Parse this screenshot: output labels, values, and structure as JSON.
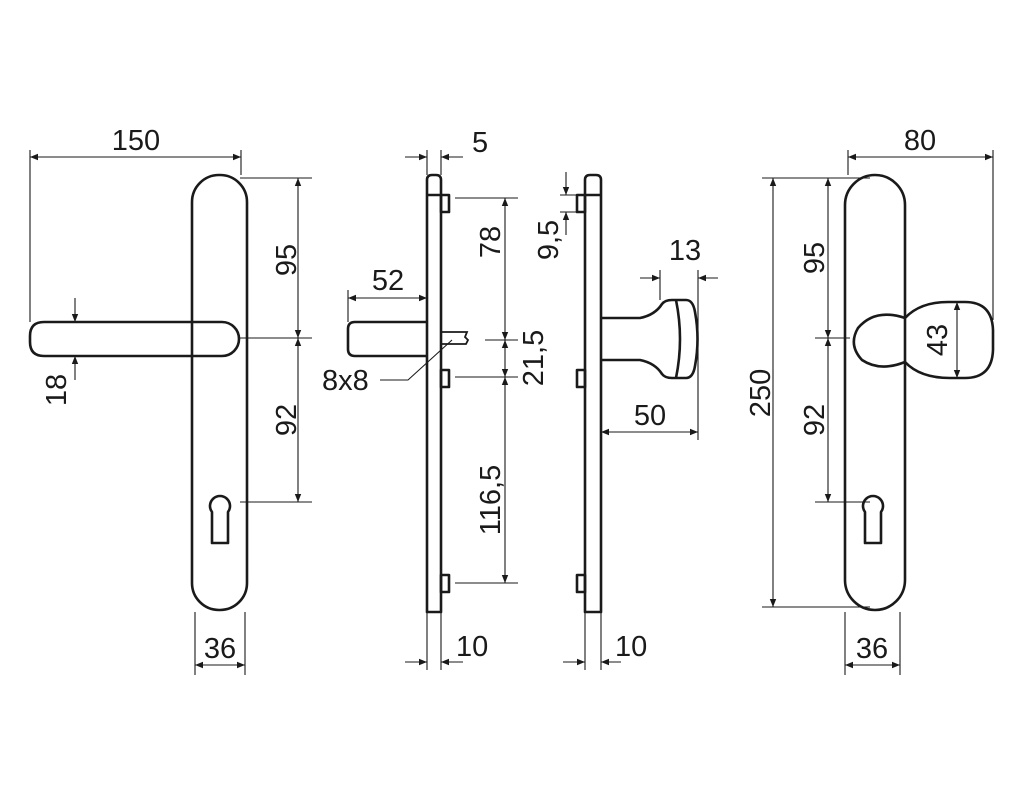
{
  "dimensions": {
    "lever_view": {
      "width": "150",
      "upper": "95",
      "lower": "92",
      "lever_thickness": "18",
      "plate_width": "36"
    },
    "side_view": {
      "offset": "5",
      "spindle_length": "52",
      "spindle": "8x8",
      "upper": "78",
      "middle": "21,5",
      "lower": "116,5",
      "thickness": "10"
    },
    "knob_side_view": {
      "top": "9,5",
      "knob_head": "13",
      "knob_projection": "50",
      "thickness": "10"
    },
    "knob_view": {
      "width": "80",
      "height": "250",
      "upper": "95",
      "lower": "92",
      "knob_height": "43",
      "plate_width": "36"
    }
  }
}
